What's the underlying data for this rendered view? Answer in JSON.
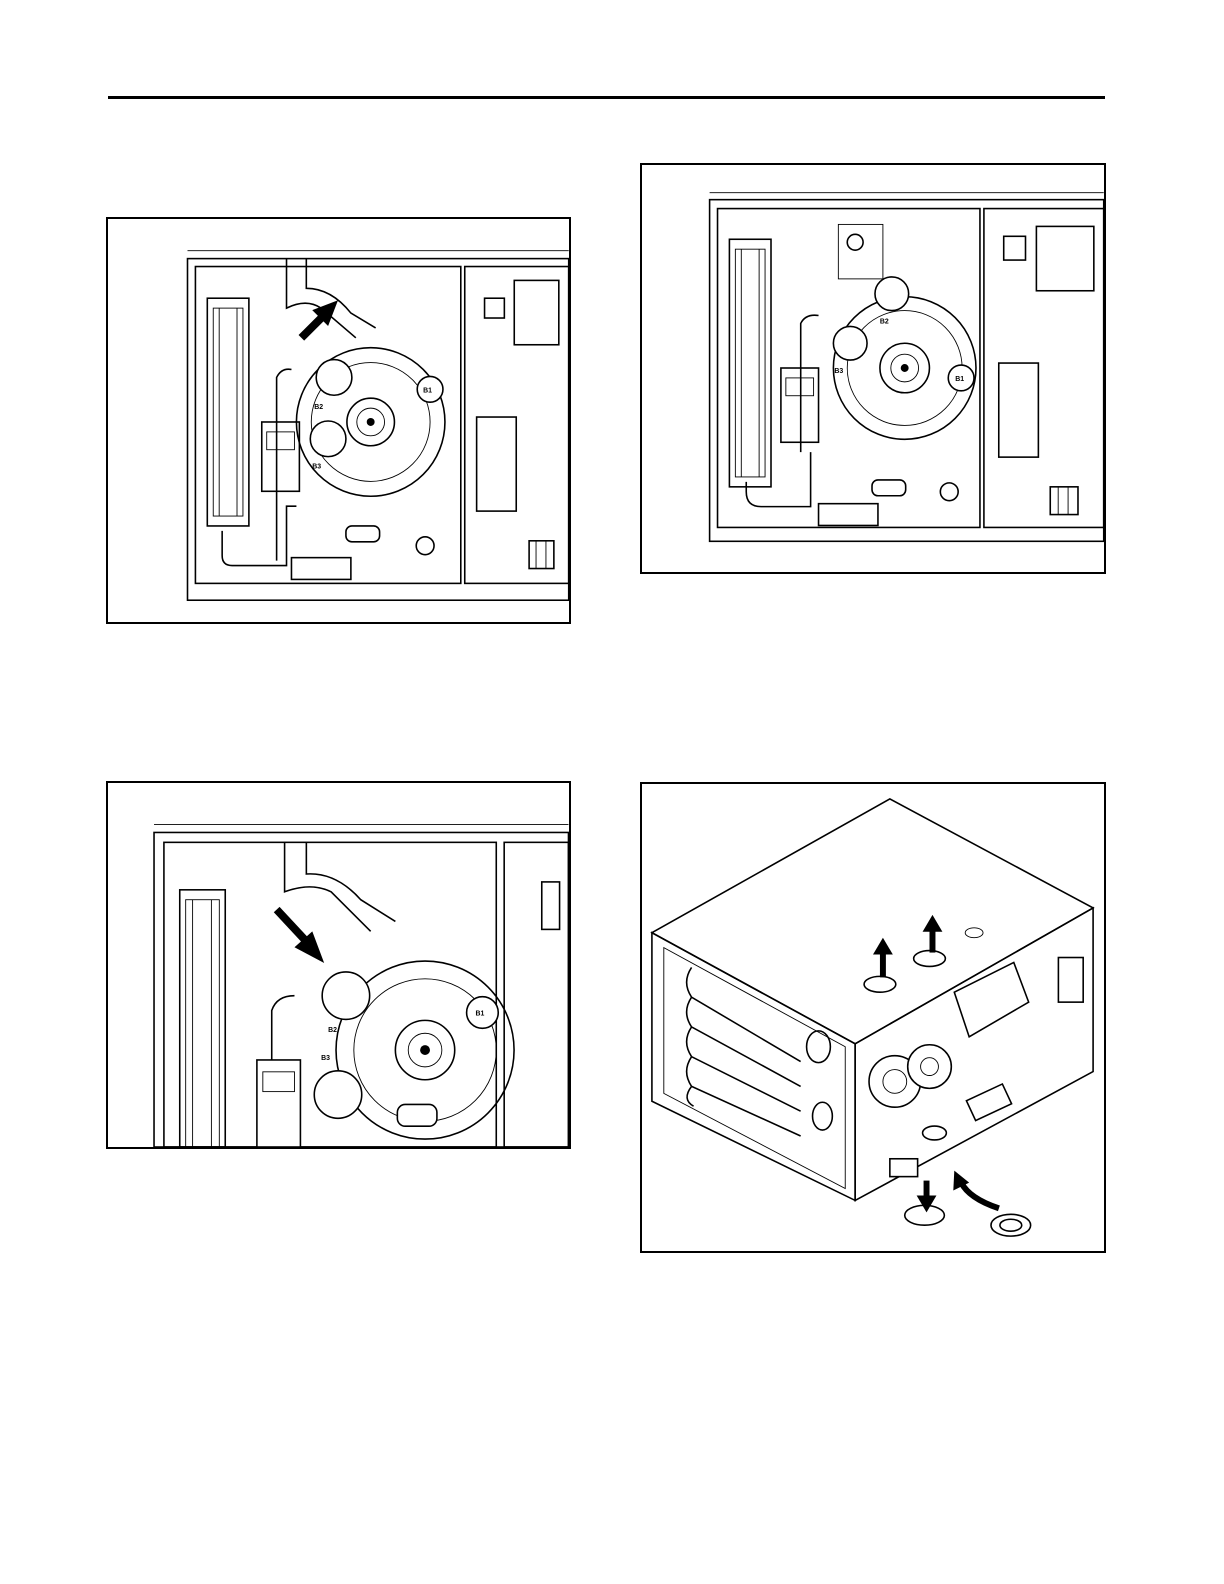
{
  "page": {
    "figures": [
      {
        "id": "fig-1",
        "panel": "furnace-front-view",
        "arrow": "pointing-to-vent-elbow",
        "motor_label": "B1",
        "sensor_labels": [
          "B2",
          "B3"
        ]
      },
      {
        "id": "fig-2",
        "panel": "furnace-front-view-elbow-removed",
        "arrow": "none",
        "motor_label": "B1",
        "sensor_labels": [
          "B2",
          "B3"
        ]
      },
      {
        "id": "fig-3",
        "panel": "furnace-front-view-closeup",
        "arrow": "pointing-to-pressure-switch",
        "motor_label": "B1",
        "sensor_labels": [
          "B2",
          "B3"
        ]
      },
      {
        "id": "fig-4",
        "panel": "furnace-isometric-view",
        "arrows": [
          "up",
          "up",
          "down",
          "curved"
        ]
      }
    ],
    "colors": {
      "ink": "#000000",
      "paper": "#ffffff"
    }
  }
}
